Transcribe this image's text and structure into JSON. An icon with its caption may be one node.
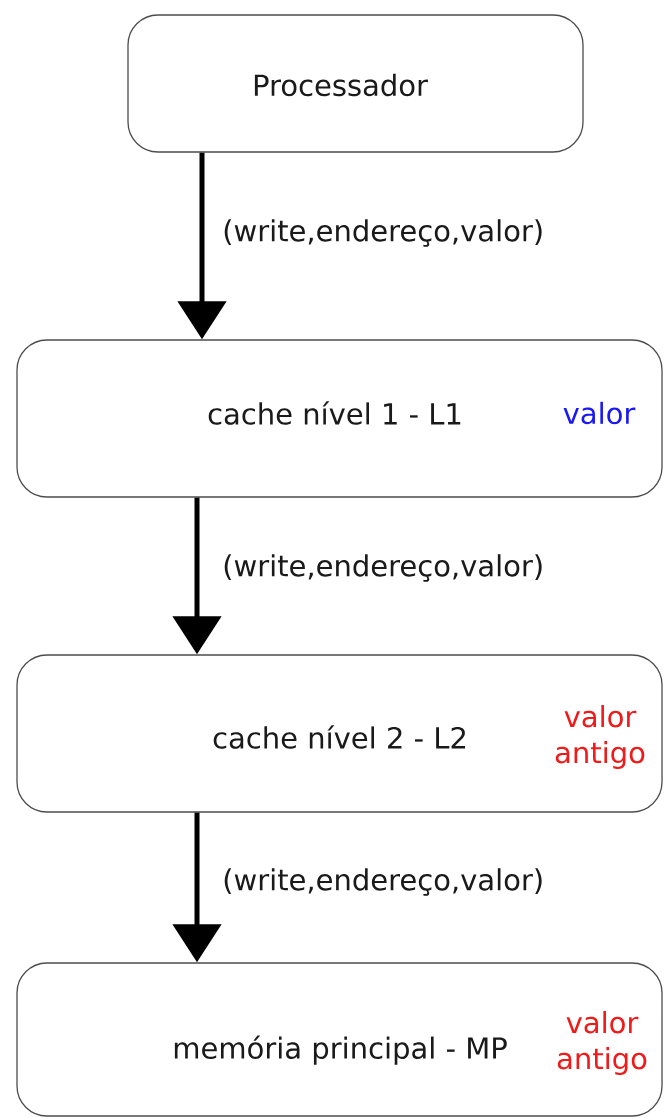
{
  "diagram": {
    "nodes": [
      {
        "text": [
          "Processador"
        ]
      },
      {
        "text": [
          "cache nível 1 - L1",
          "valor"
        ]
      },
      {
        "text": [
          "cache nível 2 - L2",
          "valor antigo"
        ]
      },
      {
        "text": [
          "memória principal - MP",
          "valor antigo"
        ]
      }
    ],
    "edges": [
      {
        "from": 0,
        "to": 1,
        "arrow": "to",
        "label": "(write,endereço,valor)"
      },
      {
        "from": 1,
        "to": 2,
        "arrow": "to",
        "label": "(write,endereço,valor)"
      },
      {
        "from": 2,
        "to": 3,
        "arrow": "to",
        "label": "(write,endereço,valor)"
      }
    ]
  }
}
